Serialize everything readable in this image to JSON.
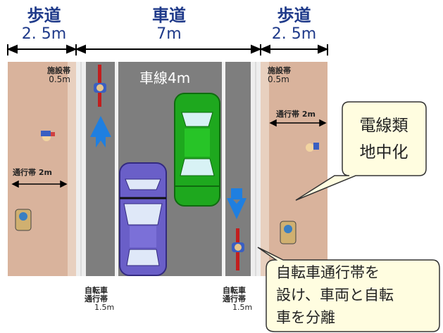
{
  "headers": {
    "left": {
      "title": "歩道",
      "width": "2. 5m"
    },
    "center": {
      "title": "車道",
      "width": "7m"
    },
    "right": {
      "title": "歩道",
      "width": "2. 5m"
    }
  },
  "labels": {
    "lane": "車線4m",
    "facility_left_1": "施設帯",
    "facility_left_2": "0.5m",
    "facility_right_1": "施設帯",
    "facility_right_2": "0.5m",
    "pass_left": "通行帯 2m",
    "pass_right": "通行帯 2m",
    "bike_left_1": "自転車",
    "bike_left_2": "通行帯",
    "bike_left_3": "1.5m",
    "bike_right_1": "自転車",
    "bike_right_2": "通行帯",
    "bike_right_3": "1.5m"
  },
  "callouts": {
    "underground": [
      "電線類",
      "地中化"
    ],
    "bike_lane": [
      "自転車通行帯を",
      "設け、車両と自転",
      "車を分離"
    ]
  },
  "colors": {
    "sidewalk": "#d9b39c",
    "road": "#7e7e7e",
    "car_green": "#1ea81e",
    "car_purple": "#6a5fc8",
    "arrow": "#1f7fe0",
    "header_text": "#1f3a8a",
    "callout_bg": "#fffde0"
  }
}
